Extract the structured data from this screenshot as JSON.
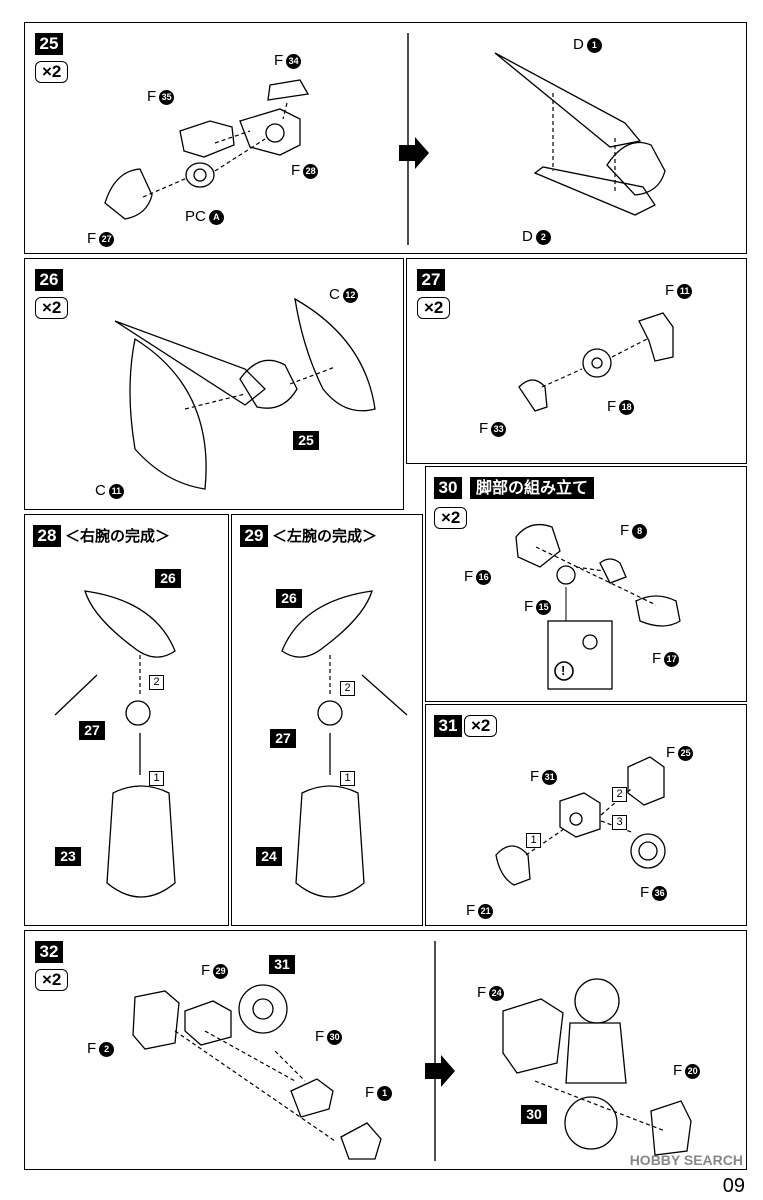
{
  "steps": {
    "s25": {
      "num": "25",
      "mult": "×2",
      "parts": {
        "f35": "F",
        "f35n": "35",
        "f34": "F",
        "f34n": "34",
        "f28": "F",
        "f28n": "28",
        "f27": "F",
        "f27n": "27",
        "pca": "PC",
        "pcan": "A",
        "d1": "D",
        "d1n": "1",
        "d2": "D",
        "d2n": "2"
      }
    },
    "s26": {
      "num": "26",
      "mult": "×2",
      "parts": {
        "c12": "C",
        "c12n": "12",
        "c11": "C",
        "c11n": "11",
        "ref": "25"
      }
    },
    "s27": {
      "num": "27",
      "mult": "×2",
      "parts": {
        "f11": "F",
        "f11n": "11",
        "f18": "F",
        "f18n": "18",
        "f33": "F",
        "f33n": "33"
      }
    },
    "s28": {
      "num": "28",
      "title": "＜右腕の完成＞",
      "refs": {
        "a": "26",
        "b": "27",
        "c": "23"
      },
      "order": {
        "o1": "1",
        "o2": "2"
      }
    },
    "s29": {
      "num": "29",
      "title": "＜左腕の完成＞",
      "refs": {
        "a": "26",
        "b": "27",
        "c": "24"
      },
      "order": {
        "o1": "1",
        "o2": "2"
      }
    },
    "s30": {
      "num": "30",
      "title": "脚部の組み立て",
      "mult": "×2",
      "parts": {
        "f8": "F",
        "f8n": "8",
        "f16": "F",
        "f16n": "16",
        "f15": "F",
        "f15n": "15",
        "f17": "F",
        "f17n": "17"
      },
      "warn": "!"
    },
    "s31": {
      "num": "31",
      "mult": "×2",
      "parts": {
        "f31": "F",
        "f31n": "31",
        "f25": "F",
        "f25n": "25",
        "f36": "F",
        "f36n": "36",
        "f21": "F",
        "f21n": "21"
      },
      "order": {
        "o1": "1",
        "o2": "2",
        "o3": "3"
      }
    },
    "s32": {
      "num": "32",
      "mult": "×2",
      "parts": {
        "f29": "F",
        "f29n": "29",
        "f2": "F",
        "f2n": "2",
        "f30": "F",
        "f30n": "30",
        "f1": "F",
        "f1n": "1",
        "f24": "F",
        "f24n": "24",
        "f20": "F",
        "f20n": "20",
        "ref31": "31",
        "ref30": "30"
      }
    }
  },
  "watermark": "HOBBY SEARCH",
  "page_number": "09"
}
